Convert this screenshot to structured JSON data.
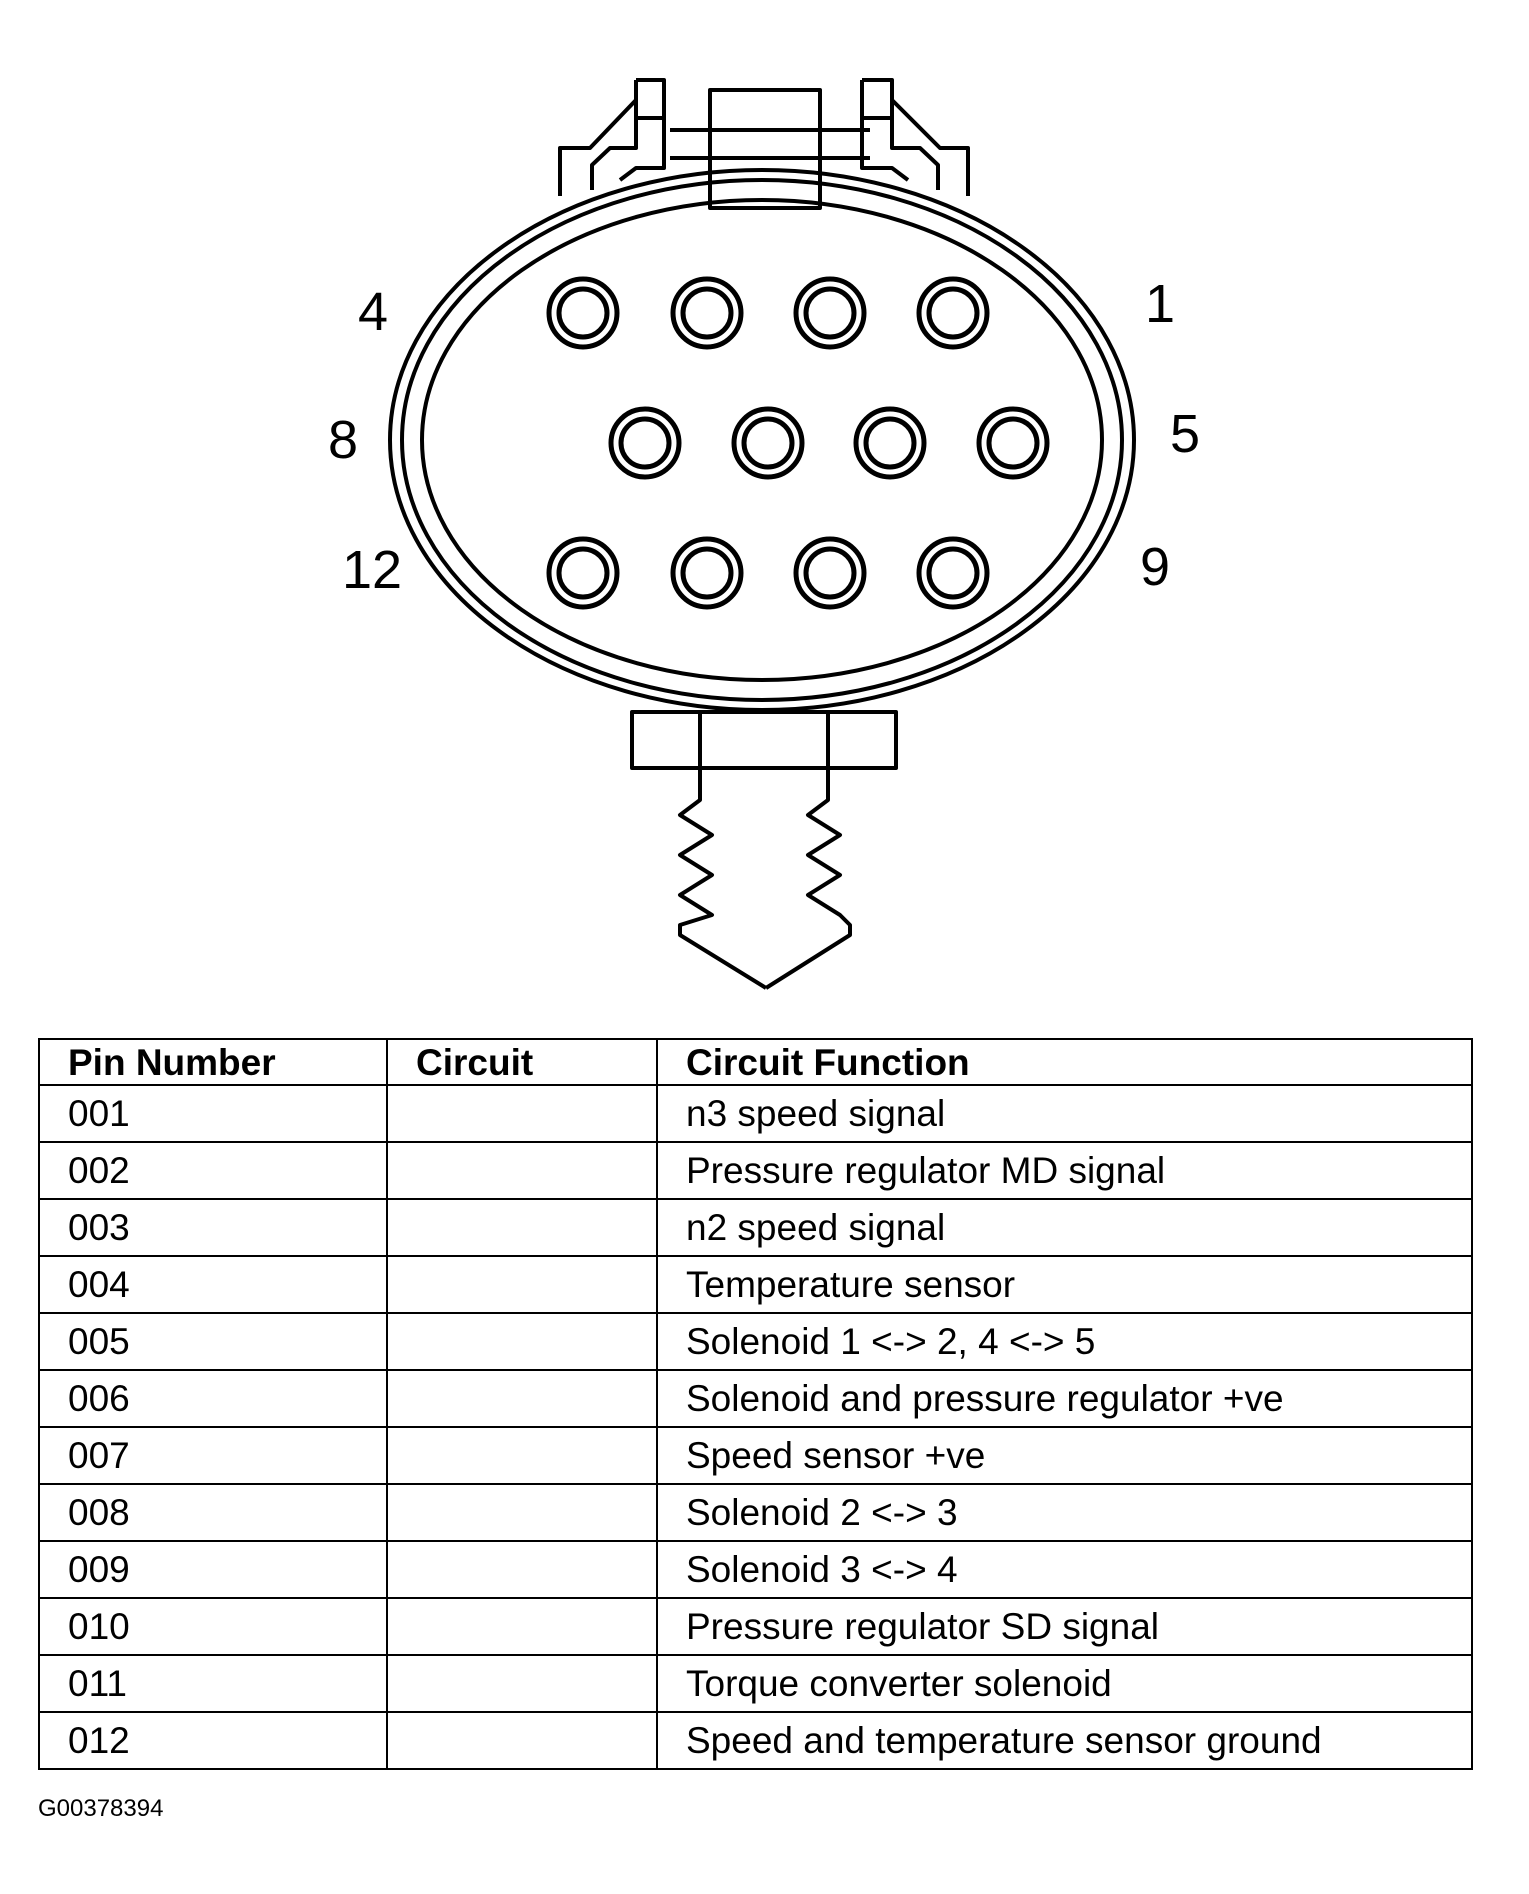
{
  "diagram": {
    "pin_labels": [
      {
        "text": "4",
        "pin": 4
      },
      {
        "text": "1",
        "pin": 1
      },
      {
        "text": "8",
        "pin": 8
      },
      {
        "text": "5",
        "pin": 5
      },
      {
        "text": "12",
        "pin": 12
      },
      {
        "text": "9",
        "pin": 9
      }
    ]
  },
  "table": {
    "headers": [
      "Pin Number",
      "Circuit",
      "Circuit Function"
    ],
    "rows": [
      {
        "pin": "001",
        "circuit": "",
        "function": "n3 speed signal"
      },
      {
        "pin": "002",
        "circuit": "",
        "function": "Pressure regulator MD signal"
      },
      {
        "pin": "003",
        "circuit": "",
        "function": "n2 speed signal"
      },
      {
        "pin": "004",
        "circuit": "",
        "function": "Temperature sensor"
      },
      {
        "pin": "005",
        "circuit": "",
        "function": "Solenoid 1 <-> 2, 4 <-> 5"
      },
      {
        "pin": "006",
        "circuit": "",
        "function": "Solenoid and pressure regulator +ve"
      },
      {
        "pin": "007",
        "circuit": "",
        "function": "Speed sensor +ve"
      },
      {
        "pin": "008",
        "circuit": "",
        "function": "Solenoid 2 <-> 3"
      },
      {
        "pin": "009",
        "circuit": "",
        "function": "Solenoid 3 <-> 4"
      },
      {
        "pin": "010",
        "circuit": "",
        "function": "Pressure regulator SD signal"
      },
      {
        "pin": "011",
        "circuit": "",
        "function": "Torque converter solenoid"
      },
      {
        "pin": "012",
        "circuit": "",
        "function": "Speed and temperature sensor ground"
      }
    ]
  },
  "figure_id": "G00378394"
}
